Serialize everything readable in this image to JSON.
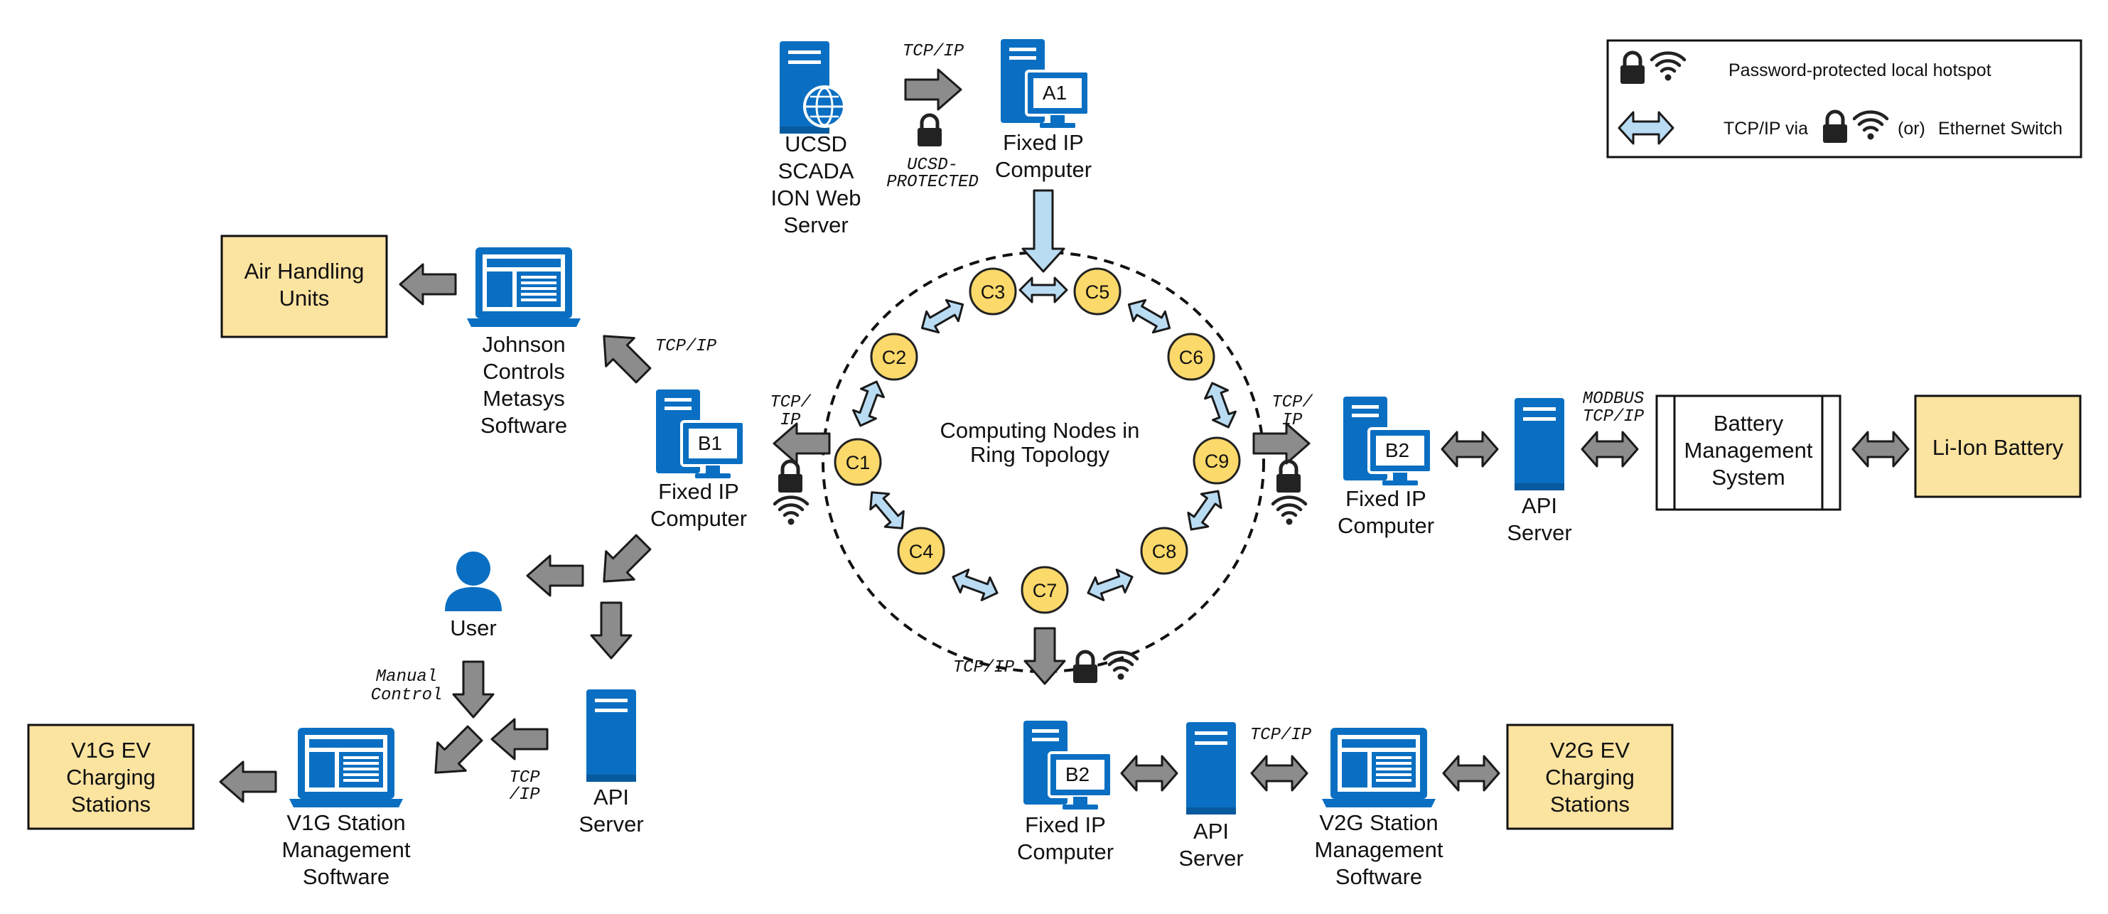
{
  "colors": {
    "blue_icon": "#0a6fc2",
    "yellow_box": "#fbe3a0",
    "node_fill": "#fbd96a",
    "light_arrow": "#b9dcf3",
    "gray_arrow": "#8c8c8c"
  },
  "legend": {
    "hotspot_text": "Password-protected local hotspot",
    "tcp_via_text": "TCP/IP via",
    "or_text": "(or)",
    "ethernet_text": "Ethernet Switch"
  },
  "ring": {
    "label_lines": [
      "Computing Nodes in",
      "Ring Topology"
    ],
    "nodes": [
      "C1",
      "C2",
      "C3",
      "C4",
      "C5",
      "C6",
      "C7",
      "C8",
      "C9"
    ]
  },
  "scada": {
    "lines": [
      "UCSD",
      "SCADA",
      "ION Web",
      "Server"
    ]
  },
  "a1": {
    "badge": "A1",
    "lines": [
      "Fixed IP",
      "Computer"
    ]
  },
  "b1": {
    "badge": "B1",
    "lines": [
      "Fixed IP",
      "Computer"
    ]
  },
  "b2_right": {
    "badge": "B2",
    "lines": [
      "Fixed IP",
      "Computer"
    ]
  },
  "b2_bottom": {
    "badge": "B2",
    "lines": [
      "Fixed IP",
      "Computer"
    ]
  },
  "johnson": {
    "lines": [
      "Johnson",
      "Controls",
      "Metasys",
      "Software"
    ]
  },
  "user": {
    "label": "User"
  },
  "api_left": {
    "lines": [
      "API",
      "Server"
    ]
  },
  "api_right": {
    "lines": [
      "API",
      "Server"
    ]
  },
  "api_bottom": {
    "lines": [
      "API",
      "Server"
    ]
  },
  "v1g_software": {
    "lines": [
      "V1G Station",
      "Management",
      "Software"
    ]
  },
  "v2g_software": {
    "lines": [
      "V2G Station",
      "Management",
      "Software"
    ]
  },
  "bms": {
    "lines": [
      "Battery",
      "Management",
      "System"
    ]
  },
  "boxes": {
    "air_handling": [
      "Air Handling",
      "Units"
    ],
    "v1g_ev": [
      "V1G EV",
      "Charging",
      "Stations"
    ],
    "v2g_ev": [
      "V2G EV",
      "Charging",
      "Stations"
    ],
    "li_ion": [
      "Li-Ion Battery"
    ]
  },
  "protocols": {
    "scada_tcp": "TCP/IP",
    "ucsd_protected": [
      "UCSD-",
      "PROTECTED"
    ],
    "johnson_tcp": "TCP/IP",
    "b1_tcp": [
      "TCP/",
      "IP"
    ],
    "b2_tcp": [
      "TCP/",
      "IP"
    ],
    "modbus": [
      "MODBUS",
      "TCP/IP"
    ],
    "bottom_tcp": "TCP/IP",
    "manual_control": [
      "Manual",
      "Control"
    ],
    "v1g_tcp": [
      "TCP",
      "/IP"
    ],
    "v2g_tcp": "TCP/IP"
  }
}
